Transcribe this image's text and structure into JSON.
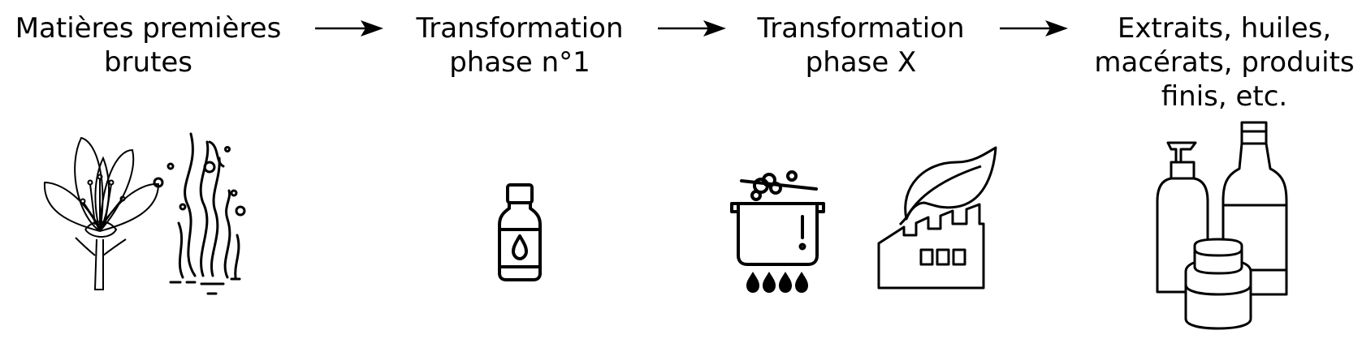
{
  "steps": [
    {
      "label": "Matières premières\nbrutes"
    },
    {
      "label": "Transformation\nphase n°1"
    },
    {
      "label": "Transformation\nphase X"
    },
    {
      "label": "Extraits, huiles,\nmacérats, produits\nfinis, etc."
    }
  ],
  "icons": {
    "step1": [
      "crocus-flower-icon",
      "seaweed-icon"
    ],
    "step2": [
      "essential-oil-bottle-icon"
    ],
    "step3": [
      "cooking-pot-on-fire-icon",
      "eco-factory-icon"
    ],
    "step4": [
      "pump-bottle-icon",
      "glass-bottle-icon",
      "cream-jar-icon"
    ]
  },
  "colors": {
    "stroke": "#000000",
    "background": "#ffffff"
  }
}
